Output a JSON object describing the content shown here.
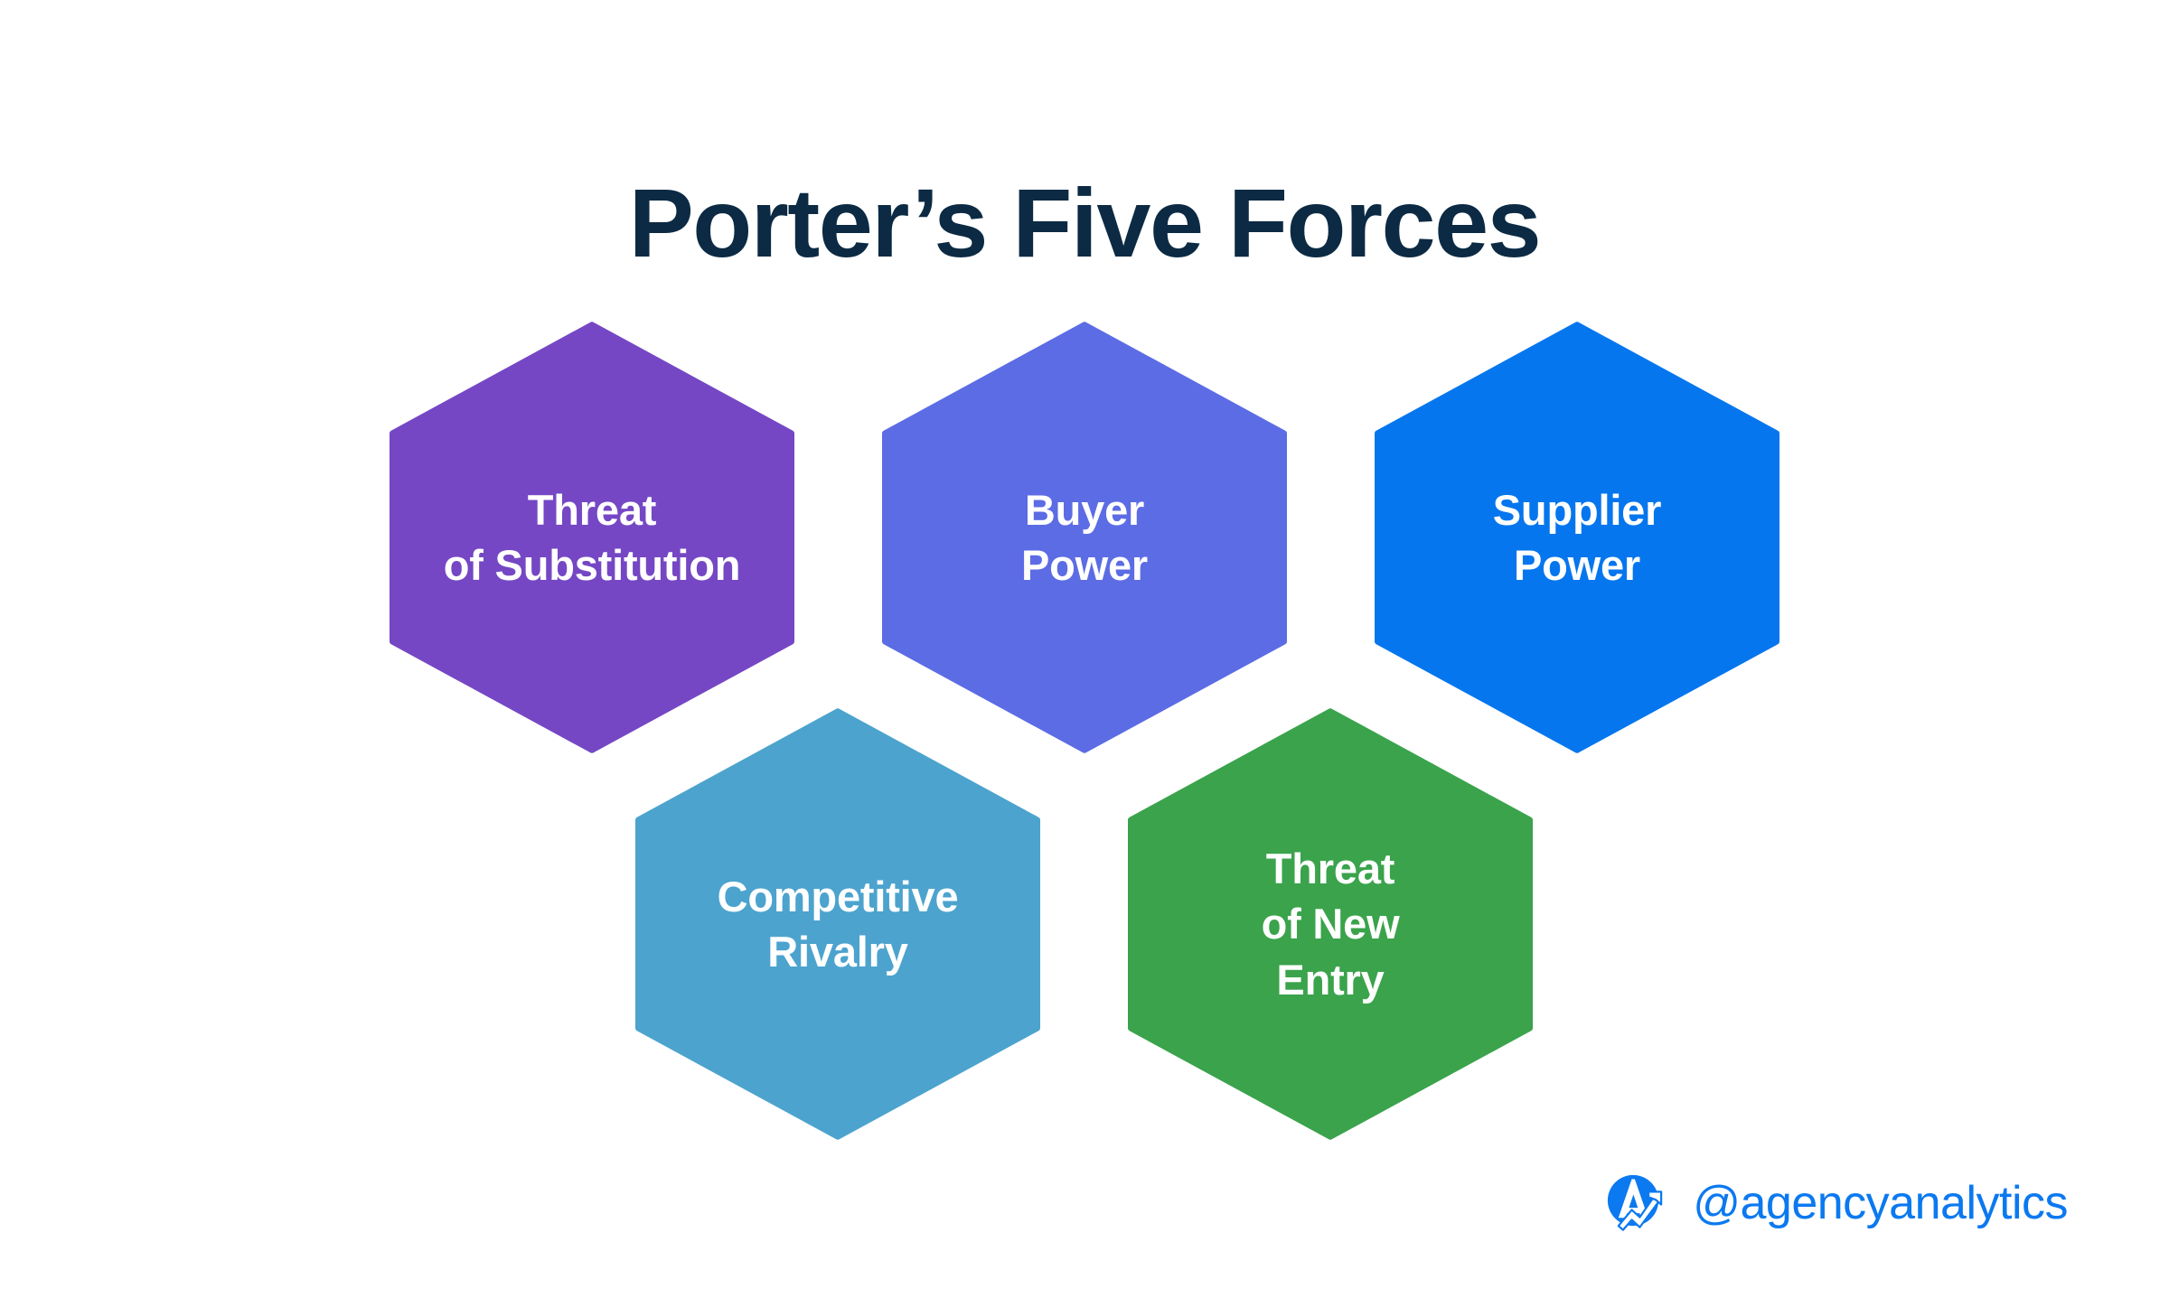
{
  "page": {
    "title": "Porter’s Five Forces",
    "background_color": "#FFFFFF",
    "title_color": "#0C2A43"
  },
  "diagram": {
    "type": "honeycomb",
    "shape": "hexagon-pointy-top-rounded",
    "forces": [
      {
        "id": "threat-of-substitution",
        "label": "Threat\nof Substitution",
        "line1": "Threat",
        "line2": "of Substitution",
        "color": "#7547C4",
        "row": 1,
        "column": 1
      },
      {
        "id": "buyer-power",
        "label": "Buyer\nPower",
        "line1": "Buyer",
        "line2": "Power",
        "color": "#5C6CE4",
        "row": 1,
        "column": 2
      },
      {
        "id": "supplier-power",
        "label": "Supplier\nPower",
        "line1": "Supplier",
        "line2": "Power",
        "color": "#0576EE",
        "row": 1,
        "column": 3
      },
      {
        "id": "competitive-rivalry",
        "label": "Competitive\nRivalry",
        "line1": "Competitive",
        "line2": "Rivalry",
        "color": "#4CA3CE",
        "row": 2,
        "column": 1
      },
      {
        "id": "threat-of-new-entry",
        "label": "Threat\nof New\nEntry",
        "line1": "Threat",
        "line2": "of New",
        "line3": "Entry",
        "color": "#3AA34B",
        "row": 2,
        "column": 2
      }
    ]
  },
  "footer": {
    "handle": "@agencyanalytics",
    "handle_color": "#0B79F0",
    "logo_color": "#0B79F0",
    "logo_name": "agencyanalytics-logo"
  }
}
